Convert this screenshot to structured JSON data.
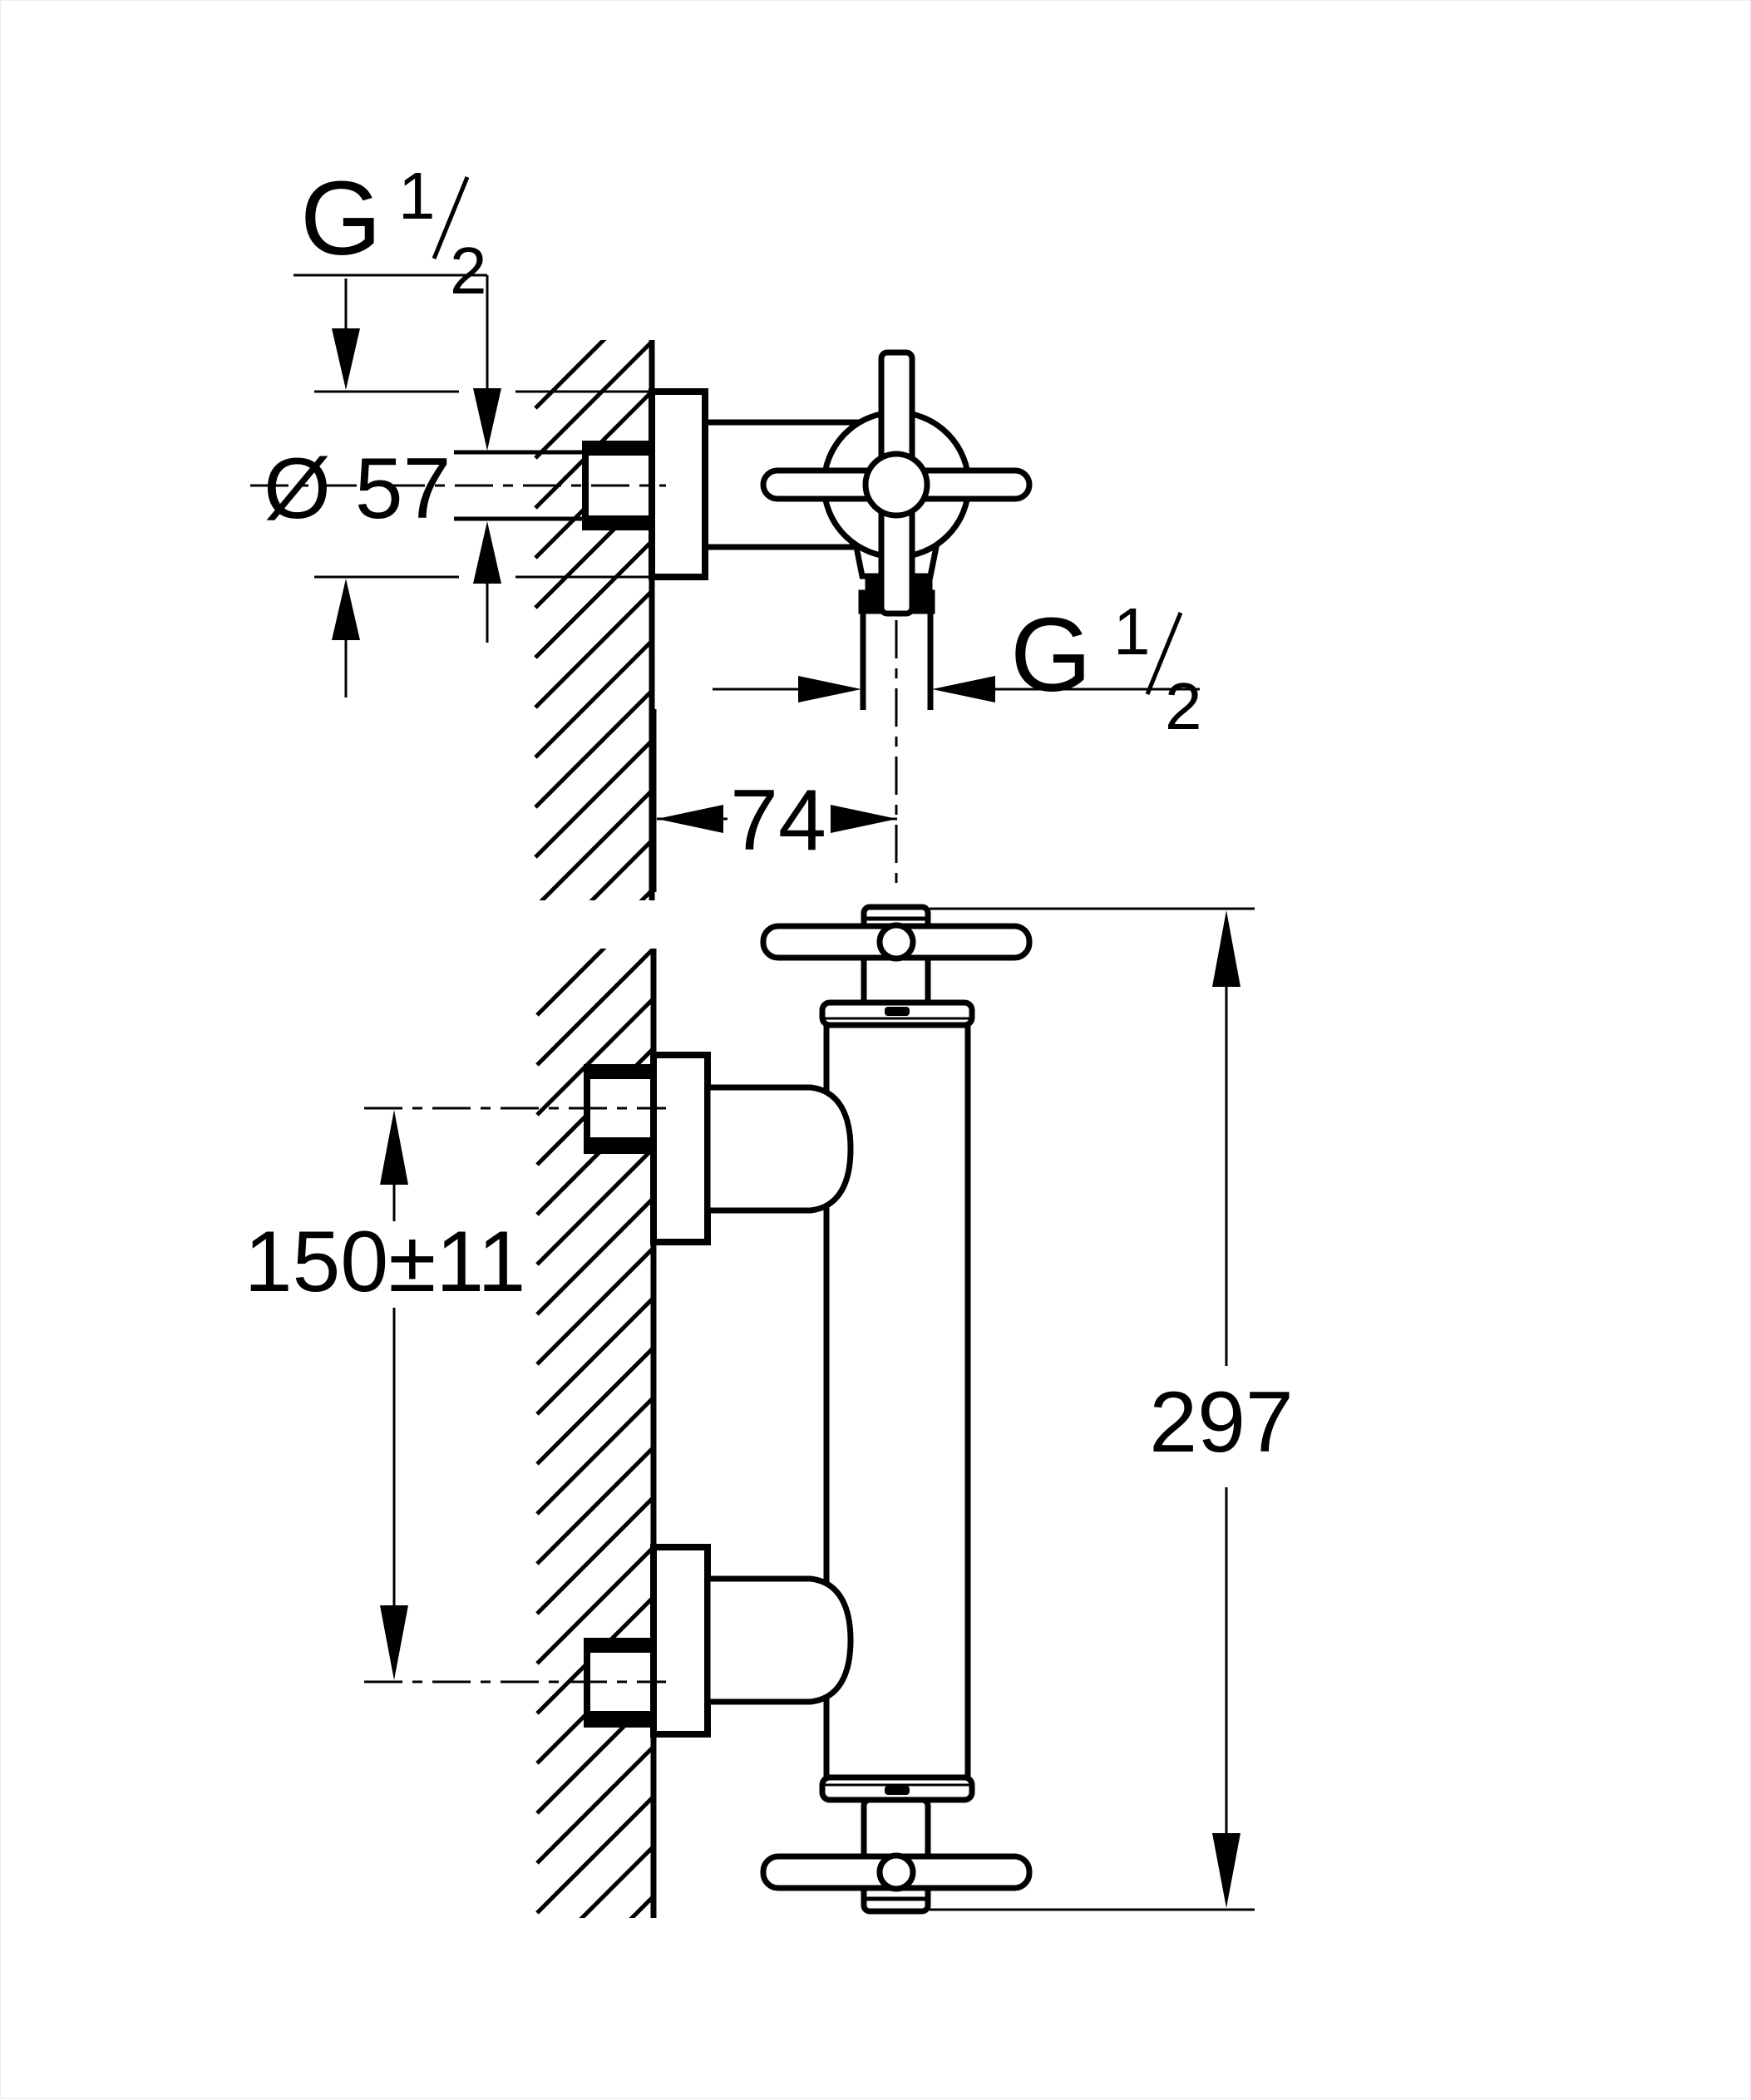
{
  "drawing": {
    "labels": {
      "thread_wall": {
        "main": "G",
        "numerator": "1",
        "denominator": "2"
      },
      "thread_outlet": {
        "main": "G",
        "numerator": "1",
        "denominator": "2"
      },
      "flange_diameter": "Ø 57",
      "wall_to_outlet_depth": "74",
      "overall_height": "297",
      "connection_spacing": "150±11"
    },
    "colors": {
      "line": "#000000",
      "background": "#ffffff"
    }
  }
}
